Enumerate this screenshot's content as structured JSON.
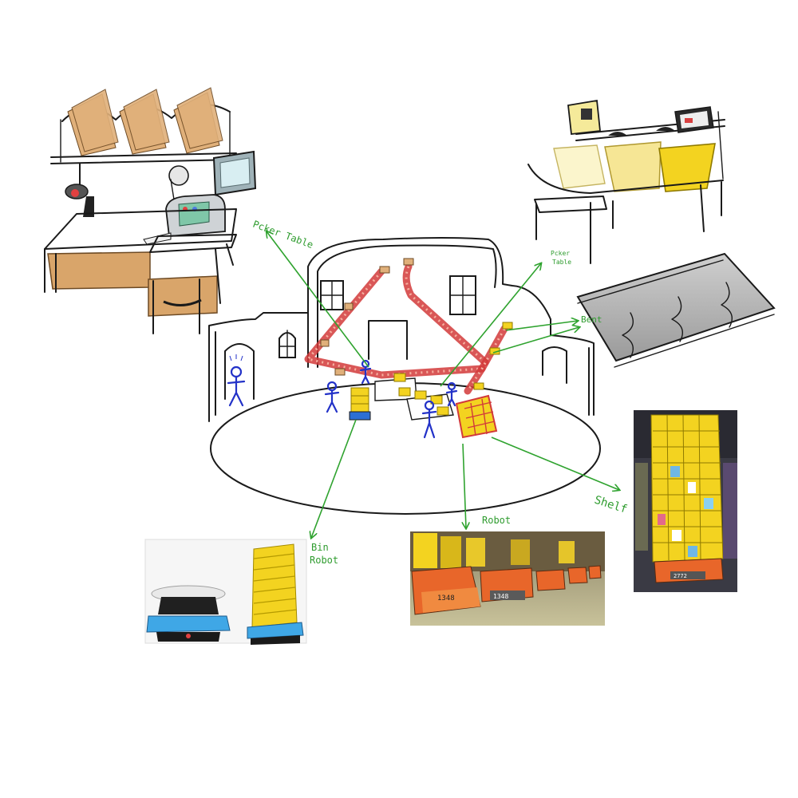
{
  "labels": {
    "packer_table_left": "Pcker Table",
    "packer_table_right_line1": "Pcker",
    "packer_table_right_line2": "Table",
    "belt": "Bent",
    "shelf": "Shelf",
    "robot": "Robot",
    "bin_robot_line1": "Bin",
    "bin_robot_line2": "Robot"
  },
  "photo_labels": {
    "robot_number_1": "1348",
    "robot_number_2": "1348",
    "shelf_robot_number": "2772"
  },
  "colors": {
    "arrow": "#2fa32f",
    "conveyor": "#d23a3a",
    "person": "#2332c8",
    "shelf_yellow": "#f3d320",
    "robot_orange": "#e8662a",
    "box_brown": "#d9a56a"
  },
  "icons": [
    "packer-table-sketch",
    "packing-station-sketch",
    "belt-sketch",
    "warehouse-building-sketch",
    "bin-robot-photo",
    "robot-photo",
    "shelf-photo"
  ]
}
